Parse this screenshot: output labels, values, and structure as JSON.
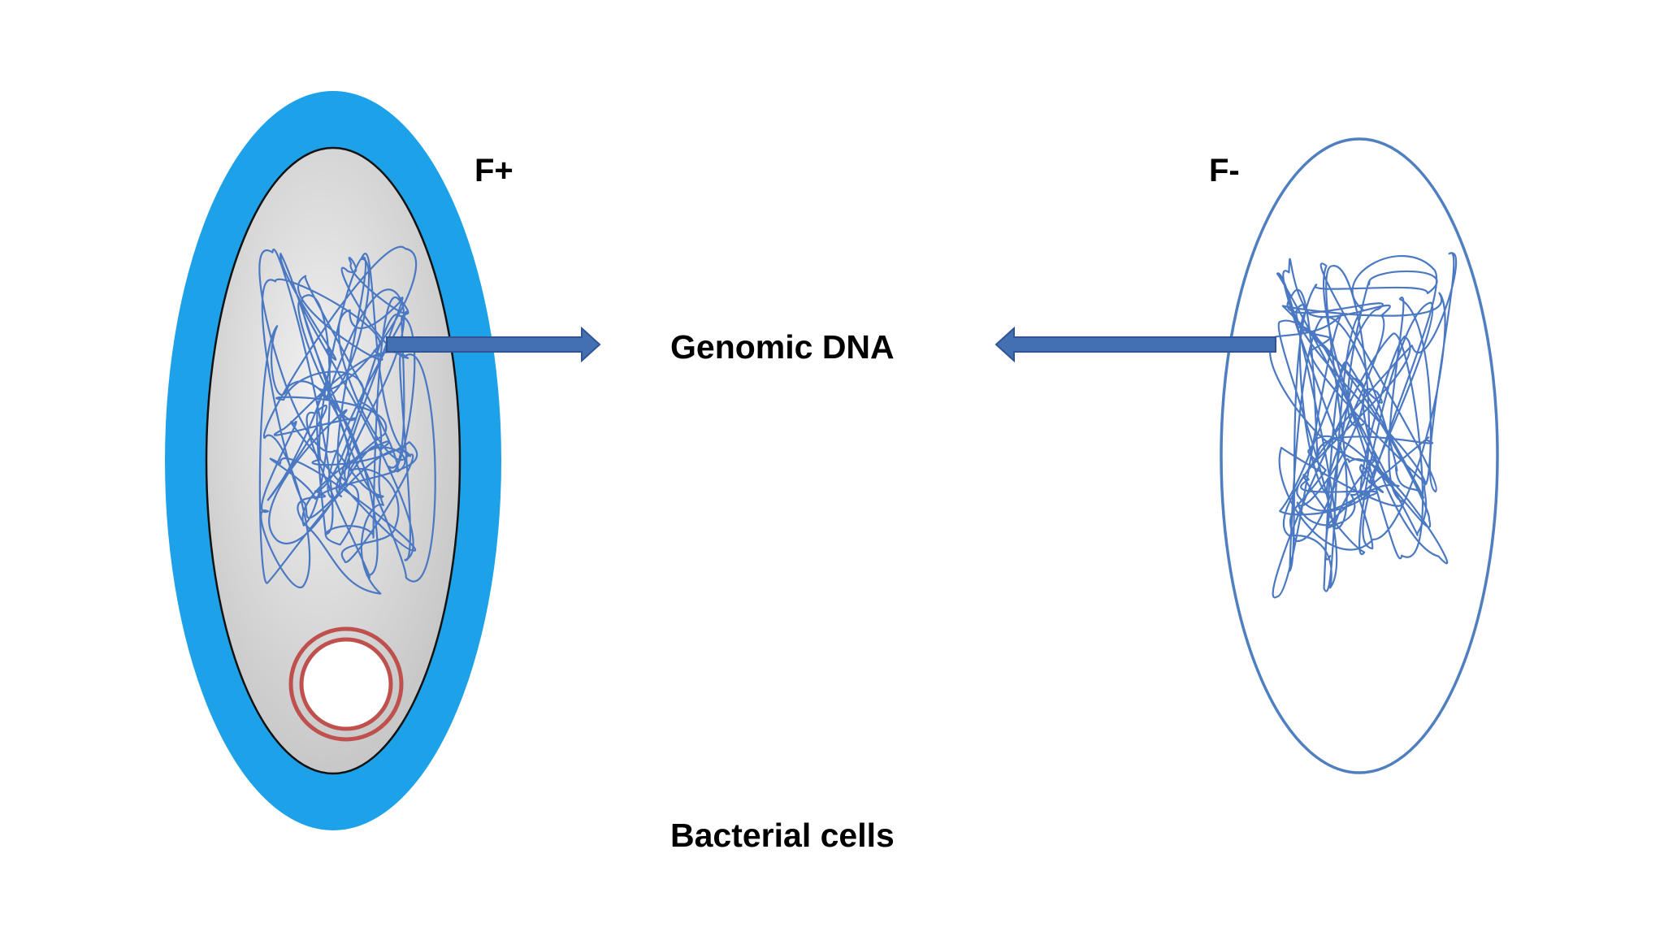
{
  "labels": {
    "f_plus": "F+",
    "f_minus": "F-",
    "genomic_dna": "Genomic DNA",
    "bacterial_cells": "Bacterial cells"
  },
  "colors": {
    "capsule": "#1DA1E8",
    "cell_wall_stroke": "#111111",
    "cytoplasm_light": "#f2f2f2",
    "cytoplasm_dark": "#bdbdbd",
    "dna_strand": "#4a78c2",
    "plasmid": "#c0504d",
    "f_minus_outline": "#4f7fc0",
    "arrow_fill": "#4270b0",
    "arrow_stroke": "#2f5597"
  },
  "icons": {
    "plasmid": "f-plasmid-ring-icon",
    "arrow_right": "arrow-right-icon",
    "arrow_left": "arrow-left-icon"
  }
}
